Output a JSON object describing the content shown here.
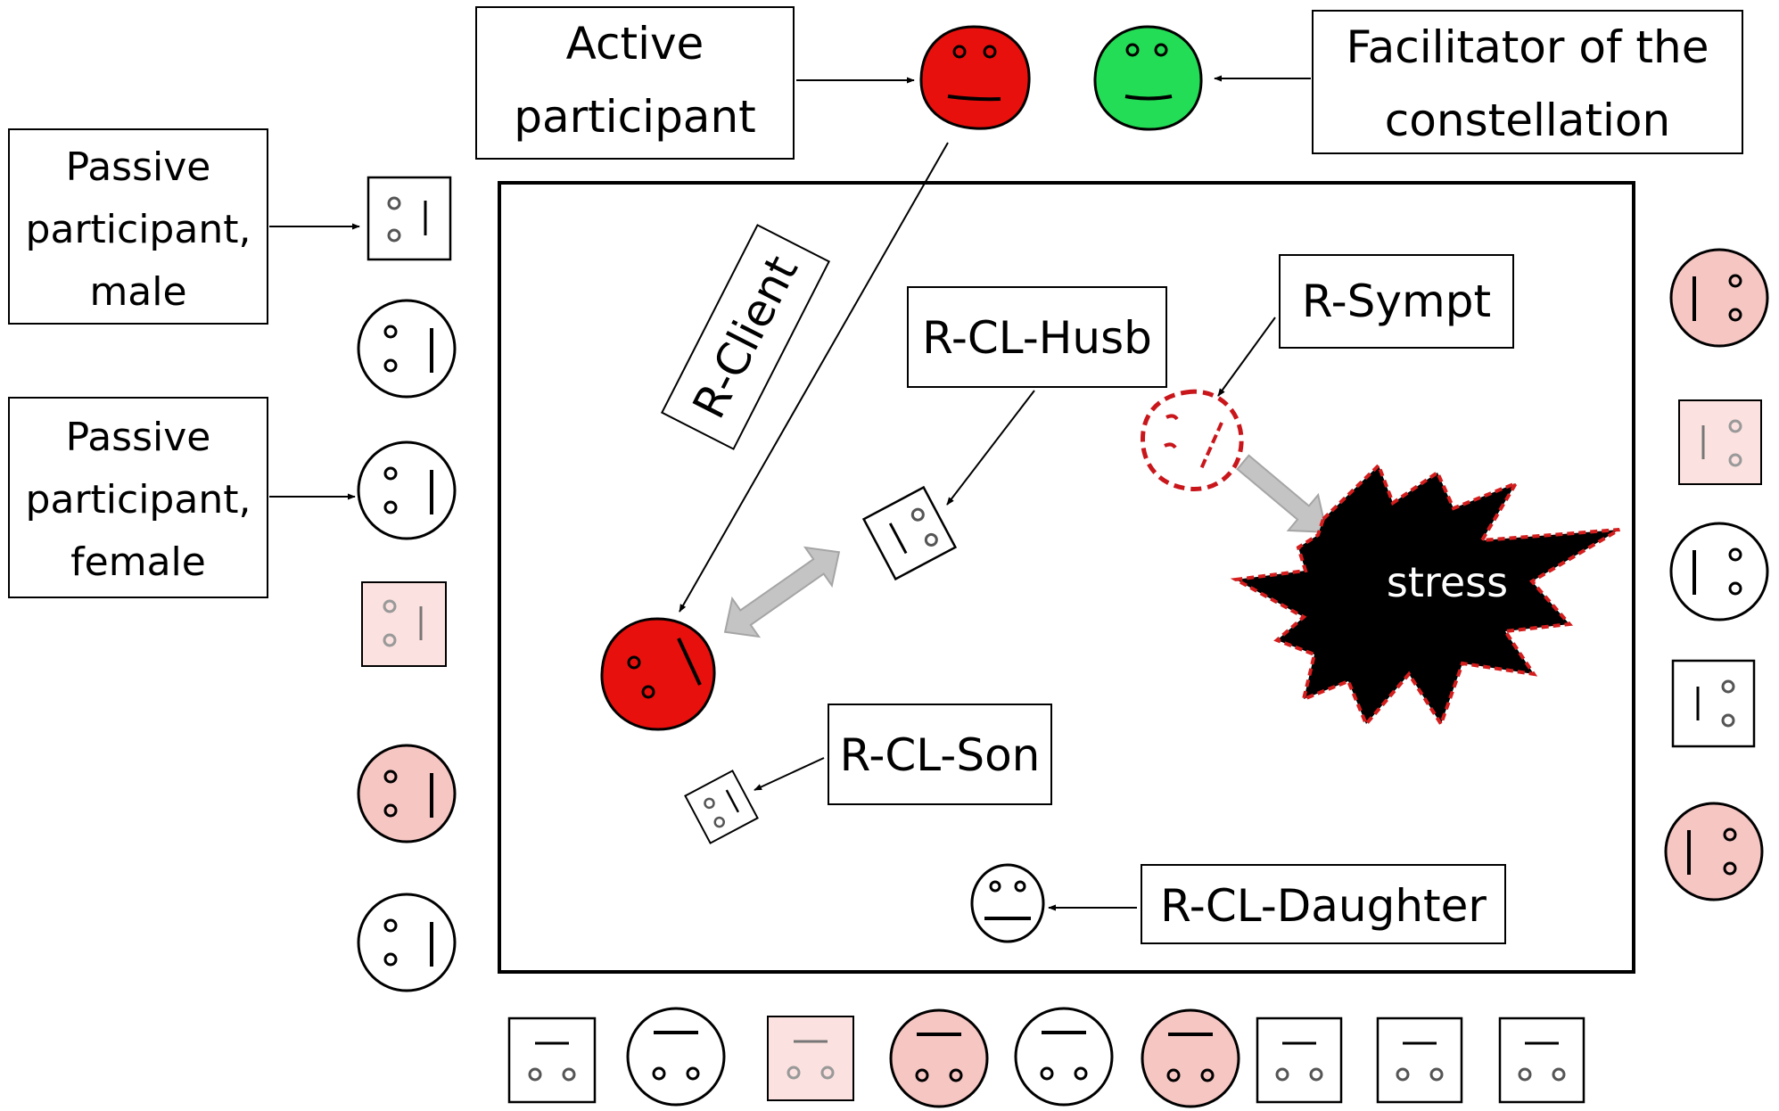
{
  "labels": {
    "active_1": "Active",
    "active_2": "participant",
    "facilitator_1": "Facilitator of the",
    "facilitator_2": "constellation",
    "passive_male_1": "Passive",
    "passive_male_2": "participant,",
    "passive_male_3": "male",
    "passive_female_1": "Passive",
    "passive_female_2": "participant,",
    "passive_female_3": "female",
    "r_client": "R-Client",
    "r_cl_husb": "R-CL-Husb",
    "r_sympt": "R-Sympt",
    "stress": "stress",
    "r_cl_son": "R-CL-Son",
    "r_cl_daughter": "R-CL-Daughter"
  },
  "colors": {
    "active": "#e8100c",
    "facilitator": "#22dd55",
    "passive_pink": "#f6c6c3",
    "pale_pink": "#fbe1df",
    "symptom_dash": "#c8161b",
    "stress_fill": "#000000",
    "stress_border": "#d41d1d",
    "gray_arrow": "#c4c4c4"
  }
}
